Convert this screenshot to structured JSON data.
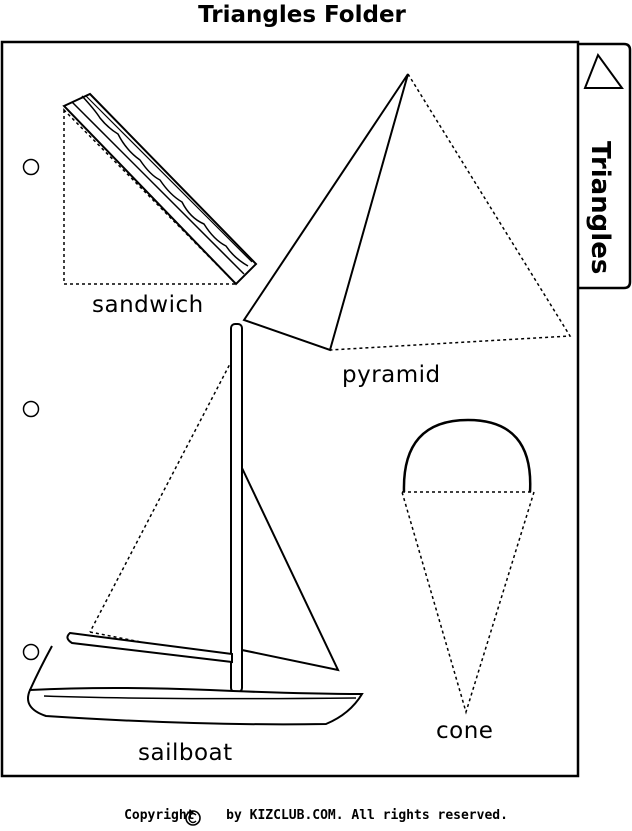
{
  "title": "Triangles Folder",
  "tab": {
    "label": "Triangles"
  },
  "figures": {
    "sandwich": "sandwich",
    "pyramid": "pyramid",
    "sailboat": "sailboat",
    "cone": "cone"
  },
  "footer": {
    "prefix": "Copyright",
    "suffix": "by KIZCLUB.COM. All rights reserved."
  }
}
